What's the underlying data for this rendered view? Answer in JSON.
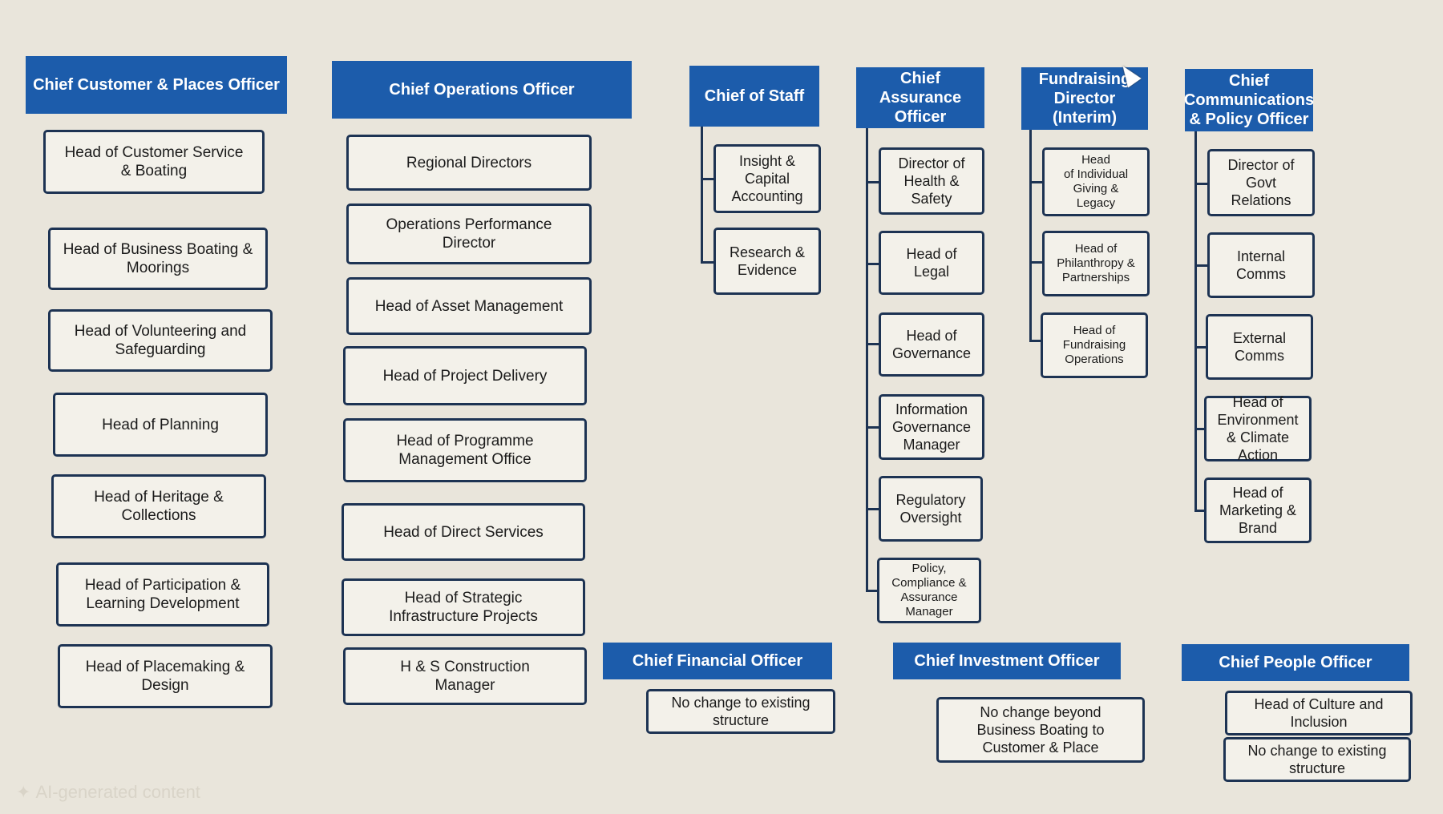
{
  "columns": {
    "customer_places": {
      "header": "Chief Customer & Places Officer",
      "items": [
        "Head of Customer Service\n& Boating",
        "Head of Business Boating &\nMoorings",
        "Head of Volunteering and\nSafeguarding",
        "Head of Planning",
        "Head of Heritage &\nCollections",
        "Head of Participation &\nLearning Development",
        "Head of Placemaking &\nDesign"
      ]
    },
    "operations": {
      "header": "Chief Operations Officer",
      "items": [
        "Regional Directors",
        "Operations Performance\nDirector",
        "Head of Asset Management",
        "Head of Project Delivery",
        "Head of Programme\nManagement Office",
        "Head of Direct Services",
        "Head of Strategic\nInfrastructure Projects",
        "H & S Construction\nManager"
      ]
    },
    "staff": {
      "header": "Chief of Staff",
      "items": [
        "Insight &\nCapital\nAccounting",
        "Research &\nEvidence"
      ]
    },
    "assurance": {
      "header": "Chief\nAssurance\nOfficer",
      "items": [
        "Director of\nHealth &\nSafety",
        "Head of\nLegal",
        "Head of\nGovernance",
        "Information\nGovernance\nManager",
        "Regulatory\nOversight",
        "Policy,\nCompliance &\nAssurance\nManager"
      ]
    },
    "fundraising": {
      "header": "Fundraising\nDirector\n(Interim)",
      "items": [
        "Head\nof Individual\nGiving &\nLegacy",
        "Head of\nPhilanthropy &\nPartnerships",
        "Head of\nFundraising\nOperations"
      ]
    },
    "communications": {
      "header": "Chief\nCommunications\n& Policy Officer",
      "items": [
        "Director of\nGovt\nRelations",
        "Internal\nComms",
        "External\nComms",
        "Head of\nEnvironment\n& Climate\nAction",
        "Head of\nMarketing &\nBrand"
      ]
    }
  },
  "bottom": {
    "financial": {
      "header": "Chief Financial Officer",
      "note": "No change to existing\nstructure"
    },
    "investment": {
      "header": "Chief Investment Officer",
      "note": "No change beyond\nBusiness Boating to\nCustomer & Place"
    },
    "people": {
      "header": "Chief People Officer",
      "items": [
        "Head of Culture and\nInclusion",
        "No change to existing\nstructure"
      ]
    }
  },
  "watermark": "AI-generated content",
  "colors": {
    "header_bg": "#1c5cab",
    "box_border": "#1d3353",
    "background": "#e9e5db"
  }
}
